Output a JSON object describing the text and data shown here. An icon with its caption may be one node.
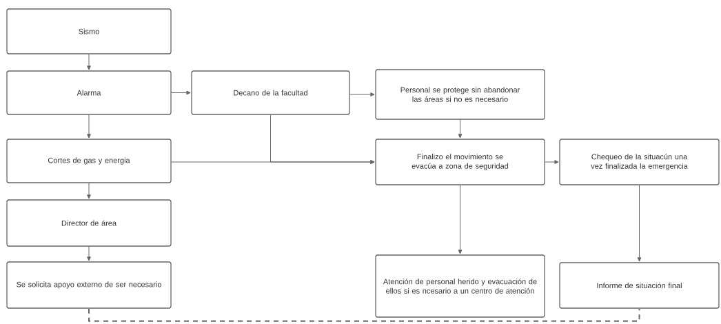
{
  "diagram": {
    "nodes": [
      {
        "text": [
          "Sismo"
        ]
      },
      {
        "text": [
          "Alarma"
        ]
      },
      {
        "text": [
          "Decano de la facultad"
        ]
      },
      {
        "text": [
          "Personal se protege sin abandonar las áreas si no es necesario"
        ]
      },
      {
        "text": [
          "Cortes de gas y energia"
        ]
      },
      {
        "text": [
          "Finalizo el movimiento se evacúa a zona de seguridad"
        ]
      },
      {
        "text": [
          "Chequeo de la situacún una vez finalizada la emergencia"
        ]
      },
      {
        "text": [
          "Director de área"
        ]
      },
      {
        "text": [
          "Se solicita apoyo externo de ser necesario"
        ]
      },
      {
        "text": [
          "Atención de personal herido y evacuación de ellos si es ncesario a un centro de atención"
        ]
      },
      {
        "text": [
          "Informe de situación final"
        ]
      }
    ],
    "edges": [
      {
        "from": 0,
        "to": 1,
        "arrow": "to"
      },
      {
        "from": 1,
        "to": 2,
        "arrow": "to"
      },
      {
        "from": 2,
        "to": 3,
        "arrow": "to"
      },
      {
        "from": 1,
        "to": 4,
        "arrow": "to"
      },
      {
        "from": 4,
        "to": 5,
        "arrow": "to"
      },
      {
        "from": 2,
        "to": 5,
        "arrow": "to"
      },
      {
        "from": 3,
        "to": 5,
        "arrow": "to"
      },
      {
        "from": 5,
        "to": 6,
        "arrow": "to"
      },
      {
        "from": 4,
        "to": 7,
        "arrow": "to"
      },
      {
        "from": 7,
        "to": 8,
        "arrow": "to"
      },
      {
        "from": 5,
        "to": 9,
        "arrow": "to"
      },
      {
        "from": 6,
        "to": 10,
        "arrow": "to"
      },
      {
        "from": 8,
        "to": 10,
        "arrow": "none",
        "style": "dashed"
      }
    ]
  }
}
